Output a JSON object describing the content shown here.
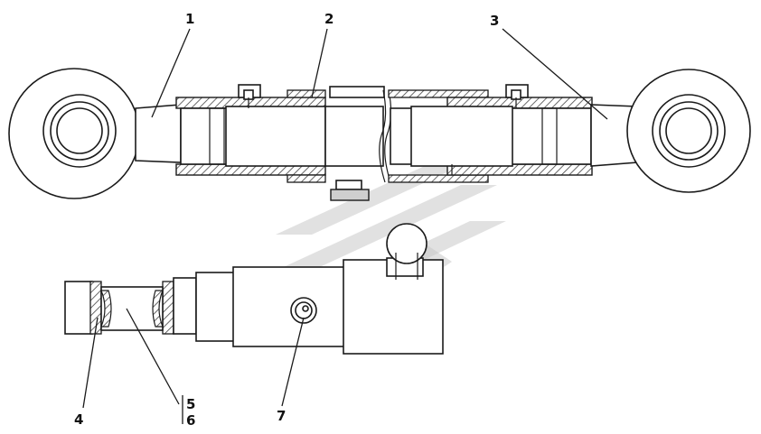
{
  "diagram": {
    "callouts": [
      {
        "id": "c1",
        "label": "1"
      },
      {
        "id": "c2",
        "label": "2"
      },
      {
        "id": "c3",
        "label": "3"
      },
      {
        "id": "c4",
        "label": "4"
      },
      {
        "id": "c5",
        "label": "5"
      },
      {
        "id": "c6",
        "label": "6"
      },
      {
        "id": "c7",
        "label": "7"
      }
    ],
    "colors": {
      "line": "#1a1a1a",
      "hatch": "#555555",
      "watermark": "#c9c9c9"
    }
  }
}
